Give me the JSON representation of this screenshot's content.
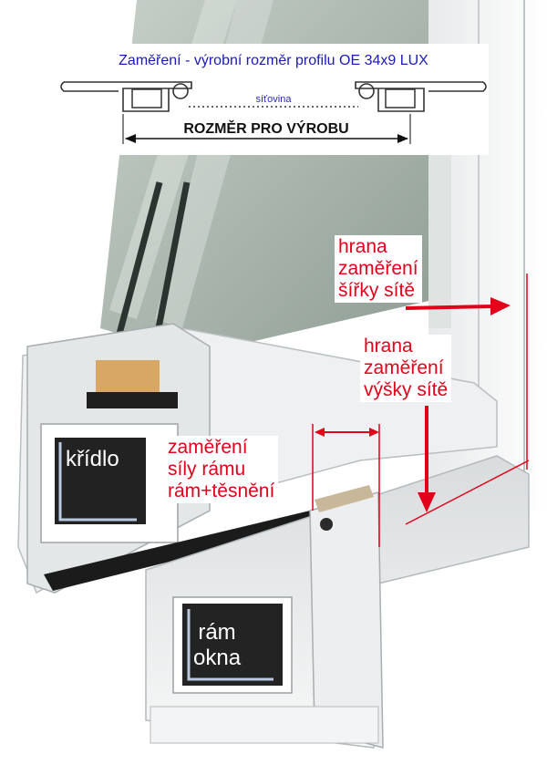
{
  "header": {
    "title": "Zaměření - výrobní rozměr profilu OE 34x9 LUX",
    "mesh_label": "síťovina",
    "production_size_label": "ROZMĚR PRO VÝROBU"
  },
  "labels": {
    "sash": "křídlo",
    "frame_lines": [
      "rám",
      "okna"
    ],
    "width_edge_lines": [
      "hrana",
      "zaměření",
      "šířky sítě"
    ],
    "height_edge_lines": [
      "hrana",
      "zaměření",
      "výšky sítě"
    ],
    "frame_thickness_lines": [
      "zaměření",
      "síly rámu",
      "rám+těsnění"
    ]
  },
  "colors": {
    "annotation_red": "#e2001a",
    "title_blue": "#1a1ab8",
    "profile_white": "#f2f3f4",
    "glass": "#a9b5ad",
    "chamber": "#202020"
  }
}
